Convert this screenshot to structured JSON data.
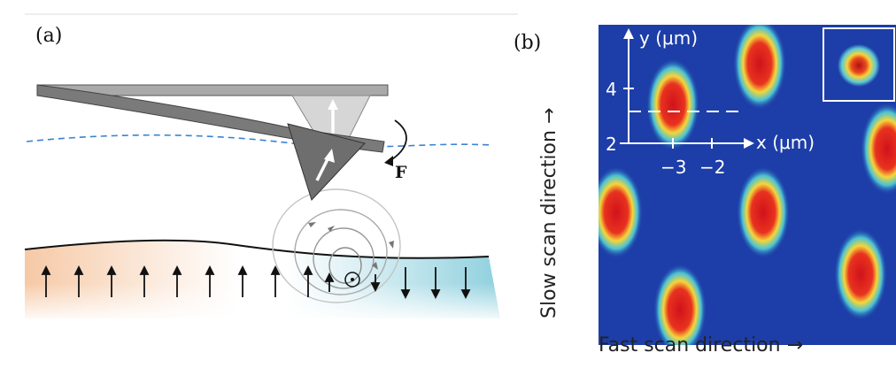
{
  "panel_a": {
    "label": "(a)",
    "force_label": "F",
    "colors": {
      "bar": "#9a9a9a",
      "tip_light": "#cfcfcf",
      "tip_dark": "#7a7a7a",
      "dashed": "#3b82d6",
      "orange": "#f6c9a6",
      "cyan": "#8fd0de"
    },
    "spins_up": 10,
    "spins_down": 4
  },
  "panel_b": {
    "label": "(b)",
    "y_axis_label": "y (μm)",
    "x_axis_label": "x (μm)",
    "y_ticks": [
      "4",
      "2"
    ],
    "x_ticks": [
      "−3",
      "−2"
    ],
    "x_caption": "Fast scan direction →",
    "y_caption": "Slow scan direction →",
    "colors": {
      "background": "#1d3ea8",
      "hot": "#d0121b",
      "mid": "#f4d63a",
      "cool": "#40b8d8"
    }
  }
}
